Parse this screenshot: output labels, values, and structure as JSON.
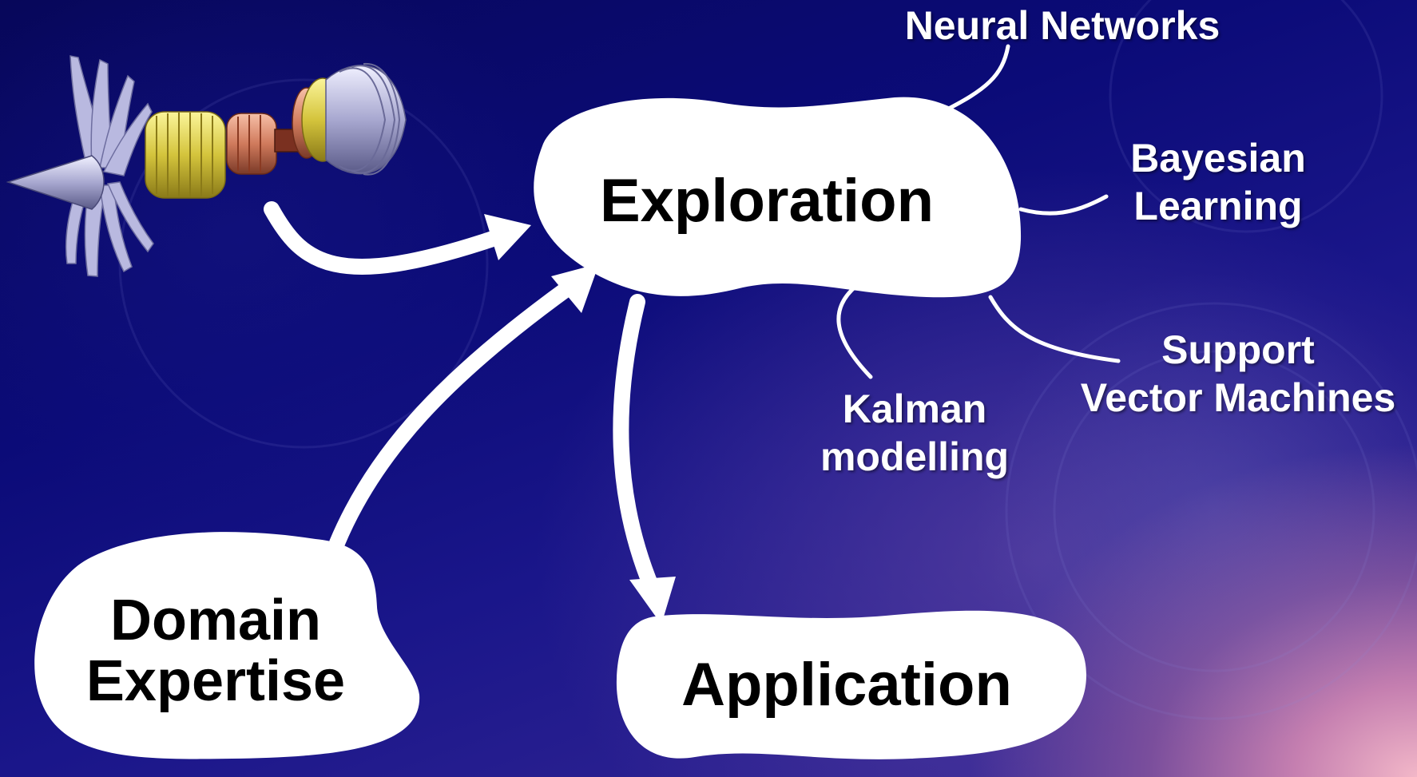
{
  "nodes": {
    "exploration": "Exploration",
    "domain_expertise": [
      "Domain",
      "Expertise"
    ],
    "application": "Application"
  },
  "methods": {
    "neural_networks": "Neural Networks",
    "bayesian_learning": [
      "Bayesian",
      "Learning"
    ],
    "support_vector_machines": [
      "Support",
      "Vector Machines"
    ],
    "kalman_modelling": [
      "Kalman",
      "modelling"
    ]
  },
  "colors": {
    "background_deep": "#07075a",
    "background_glow": "#f2b7c8",
    "blob_fill": "#ffffff",
    "connector": "#ffffff",
    "label_text": "#ffffff",
    "node_text": "#000000"
  },
  "icons": {
    "engine": "jet-engine-icon"
  }
}
